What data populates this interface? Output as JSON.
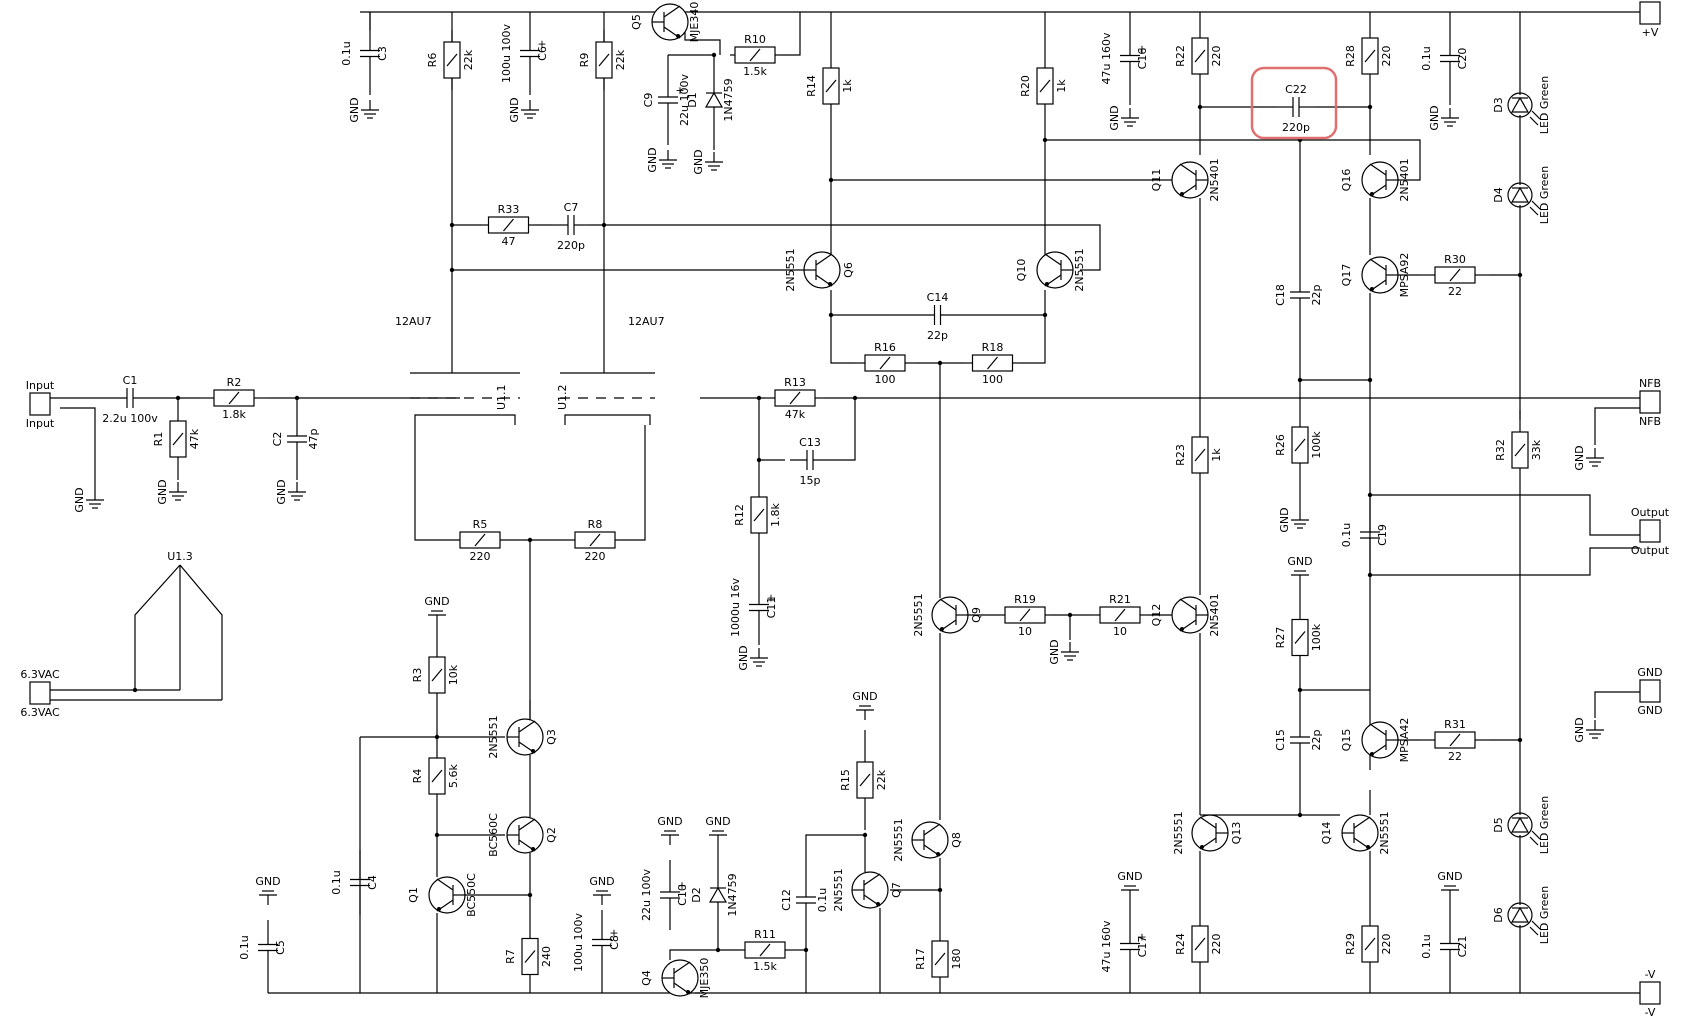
{
  "resistors": [
    {
      "ref": "R1",
      "value": "47k"
    },
    {
      "ref": "R2",
      "value": "1.8k"
    },
    {
      "ref": "R3",
      "value": "10k"
    },
    {
      "ref": "R4",
      "value": "5.6k"
    },
    {
      "ref": "R5",
      "value": "220"
    },
    {
      "ref": "R6",
      "value": "22k"
    },
    {
      "ref": "R7",
      "value": "240"
    },
    {
      "ref": "R8",
      "value": "220"
    },
    {
      "ref": "R9",
      "value": "22k"
    },
    {
      "ref": "R10",
      "value": "1.5k"
    },
    {
      "ref": "R11",
      "value": "1.5k"
    },
    {
      "ref": "R12",
      "value": "1.8k"
    },
    {
      "ref": "R13",
      "value": "47k"
    },
    {
      "ref": "R14",
      "value": "1k"
    },
    {
      "ref": "R15",
      "value": "22k"
    },
    {
      "ref": "R16",
      "value": "100"
    },
    {
      "ref": "R17",
      "value": "180"
    },
    {
      "ref": "R18",
      "value": "100"
    },
    {
      "ref": "R19",
      "value": "10"
    },
    {
      "ref": "R20",
      "value": "1k"
    },
    {
      "ref": "R21",
      "value": "10"
    },
    {
      "ref": "R22",
      "value": "220"
    },
    {
      "ref": "R23",
      "value": "1k"
    },
    {
      "ref": "R24",
      "value": "220"
    },
    {
      "ref": "R26",
      "value": "100k"
    },
    {
      "ref": "R27",
      "value": "100k"
    },
    {
      "ref": "R28",
      "value": "220"
    },
    {
      "ref": "R29",
      "value": "220"
    },
    {
      "ref": "R30",
      "value": "22"
    },
    {
      "ref": "R31",
      "value": "22"
    },
    {
      "ref": "R32",
      "value": "33k"
    },
    {
      "ref": "R33",
      "value": "47"
    }
  ],
  "capacitors": [
    {
      "ref": "C1",
      "value": "2.2u 100v"
    },
    {
      "ref": "C2",
      "value": "47p"
    },
    {
      "ref": "C3",
      "value": "0.1u"
    },
    {
      "ref": "C4",
      "value": "0.1u"
    },
    {
      "ref": "C5",
      "value": "0.1u"
    },
    {
      "ref": "C6",
      "value": "100u 100v"
    },
    {
      "ref": "C7",
      "value": "220p"
    },
    {
      "ref": "C8",
      "value": "100u 100v"
    },
    {
      "ref": "C9",
      "value": "22u 100v"
    },
    {
      "ref": "C10",
      "value": "22u 100v"
    },
    {
      "ref": "C11",
      "value": "1000u 16v"
    },
    {
      "ref": "C12",
      "value": "0.1u"
    },
    {
      "ref": "C13",
      "value": "15p"
    },
    {
      "ref": "C14",
      "value": "22p"
    },
    {
      "ref": "C15",
      "value": "22p"
    },
    {
      "ref": "C16",
      "value": "47u 160v"
    },
    {
      "ref": "C17",
      "value": "47u 160v"
    },
    {
      "ref": "C18",
      "value": "22p"
    },
    {
      "ref": "C19",
      "value": "0.1u"
    },
    {
      "ref": "C20",
      "value": "0.1u"
    },
    {
      "ref": "C21",
      "value": "0.1u"
    },
    {
      "ref": "C22",
      "value": "220p"
    }
  ],
  "transistors": [
    {
      "ref": "Q1",
      "part": "BC550C"
    },
    {
      "ref": "Q2",
      "part": "BC560C"
    },
    {
      "ref": "Q3",
      "part": "2N5551"
    },
    {
      "ref": "Q4",
      "part": "MJE350"
    },
    {
      "ref": "Q5",
      "part": "MJE340"
    },
    {
      "ref": "Q6",
      "part": "2N5551"
    },
    {
      "ref": "Q7",
      "part": "2N5551"
    },
    {
      "ref": "Q8",
      "part": "2N5551"
    },
    {
      "ref": "Q9",
      "part": "2N5551"
    },
    {
      "ref": "Q10",
      "part": "2N5551"
    },
    {
      "ref": "Q11",
      "part": "2N5401"
    },
    {
      "ref": "Q12",
      "part": "2N5401"
    },
    {
      "ref": "Q13",
      "part": "2N5551"
    },
    {
      "ref": "Q14",
      "part": "2N5551"
    },
    {
      "ref": "Q15",
      "part": "MPSA42"
    },
    {
      "ref": "Q16",
      "part": "2N5401"
    },
    {
      "ref": "Q17",
      "part": "MPSA92"
    }
  ],
  "diodes": [
    {
      "ref": "D1",
      "part": "1N4759"
    },
    {
      "ref": "D2",
      "part": "1N4759"
    },
    {
      "ref": "D3",
      "part": "LED Green"
    },
    {
      "ref": "D4",
      "part": "LED Green"
    },
    {
      "ref": "D5",
      "part": "LED Green"
    },
    {
      "ref": "D6",
      "part": "LED Green"
    }
  ],
  "tube": {
    "section1": "U1.1",
    "section2": "U1.2",
    "heater": "U1.3",
    "type": "12AU7"
  },
  "connectors": [
    {
      "key": "input",
      "label": "Input"
    },
    {
      "key": "vpos",
      "label": "+V"
    },
    {
      "key": "vneg",
      "label": "-V"
    },
    {
      "key": "nfb",
      "label": "NFB"
    },
    {
      "key": "output",
      "label": "Output"
    },
    {
      "key": "gnd",
      "label": "GND"
    },
    {
      "key": "heater",
      "label": "6.3VAC"
    }
  ],
  "gnd_label": "GND",
  "highlight_color": "#e07070"
}
